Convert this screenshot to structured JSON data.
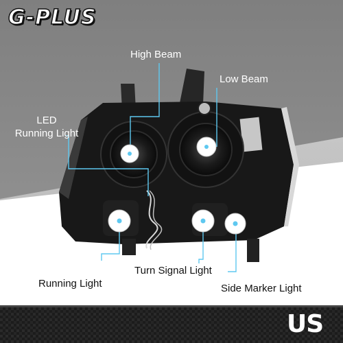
{
  "brand": {
    "logo_text": "G-PLUS"
  },
  "labels": {
    "high_beam": "High Beam",
    "low_beam": "Low Beam",
    "led_running_light_line1": "LED",
    "led_running_light_line2": "Running Light",
    "running_light": "Running Light",
    "turn_signal_light": "Turn Signal Light",
    "side_marker_light": "Side Marker Light"
  },
  "badge": {
    "region_text": "US"
  },
  "colors": {
    "background_top": "#888888",
    "background_mid": "#b9b9b9",
    "callout_line": "#5ec8f0",
    "carbon_strip": "#1a1a1a"
  },
  "icons": {
    "bulb": "white-circle-with-blue-dot",
    "headlight": "black-housing-headlight-assembly"
  }
}
